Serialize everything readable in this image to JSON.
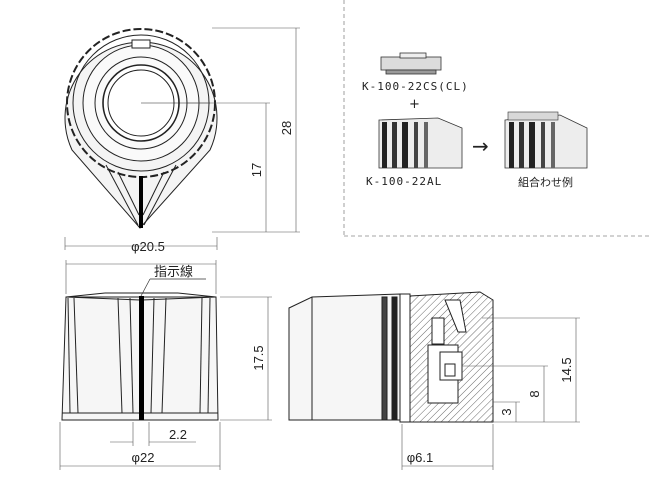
{
  "dimensions": {
    "diameter_top": "φ20.5",
    "height_total": "28",
    "height_pointer": "17",
    "height_side": "17.5",
    "diameter_bottom": "φ22",
    "line_width": "2.2",
    "shaft_diameter": "φ6.1",
    "height_right": "14.5",
    "depth_8": "8",
    "depth_3": "3"
  },
  "labels": {
    "indicator_line": "指示線",
    "cap_part": "K-100-22CS(CL)",
    "plus": "+",
    "knob_part": "K-100-22AL",
    "arrow": "→",
    "combination_example": "組合わせ例"
  }
}
